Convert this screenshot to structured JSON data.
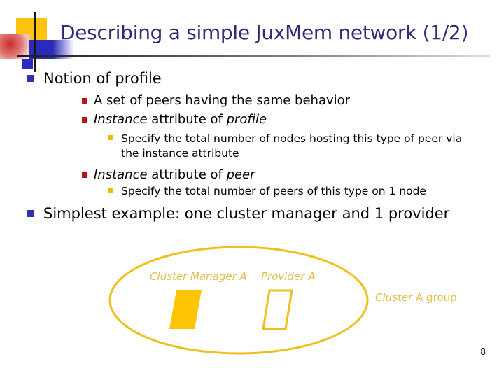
{
  "slide": {
    "title": "Describing a simple JuxMem network (1/2)",
    "page_number": "8"
  },
  "colors": {
    "title": "#2E2C78",
    "bullet_l1": "#3232A8",
    "bullet_l2": "#BE1212",
    "bullet_l3": "#EDBD00",
    "deco_yellow": "#FFC20E",
    "deco_blue": "#2A2ABB",
    "deco_red": "#CE2B2B",
    "gold_stroke": "#EFC01C",
    "gold_fill": "#FDC504",
    "gold_text": "#E0BF4A",
    "shape_outline_fill": "#FFFFFF"
  },
  "bullets": {
    "l1_notion": "Notion of profile",
    "l2_set": "A set of peers having the same behavior",
    "l2_instance_profile_segments": [
      {
        "t": "Instance",
        "i": true
      },
      {
        "t": " attribute of ",
        "i": false
      },
      {
        "t": "profile",
        "i": true
      }
    ],
    "l3_specify_nodes_lines": [
      "Specify the total number of nodes hosting this type of peer via",
      "the instance attribute"
    ],
    "l2_instance_peer_segments": [
      {
        "t": "Instance",
        "i": true
      },
      {
        "t": " attribute of ",
        "i": false
      },
      {
        "t": "peer",
        "i": true
      }
    ],
    "l3_specify_peers": "Specify the total number of peers of this type on 1 node",
    "l1_simplest": "Simplest example: one cluster manager and 1 provider"
  },
  "diagram": {
    "cluster_manager_label": "Cluster Manager A",
    "provider_label": "Provider A",
    "group_label_segments": [
      {
        "t": "Cluster",
        "i": true
      },
      {
        "t": " A group",
        "i": false
      }
    ]
  }
}
